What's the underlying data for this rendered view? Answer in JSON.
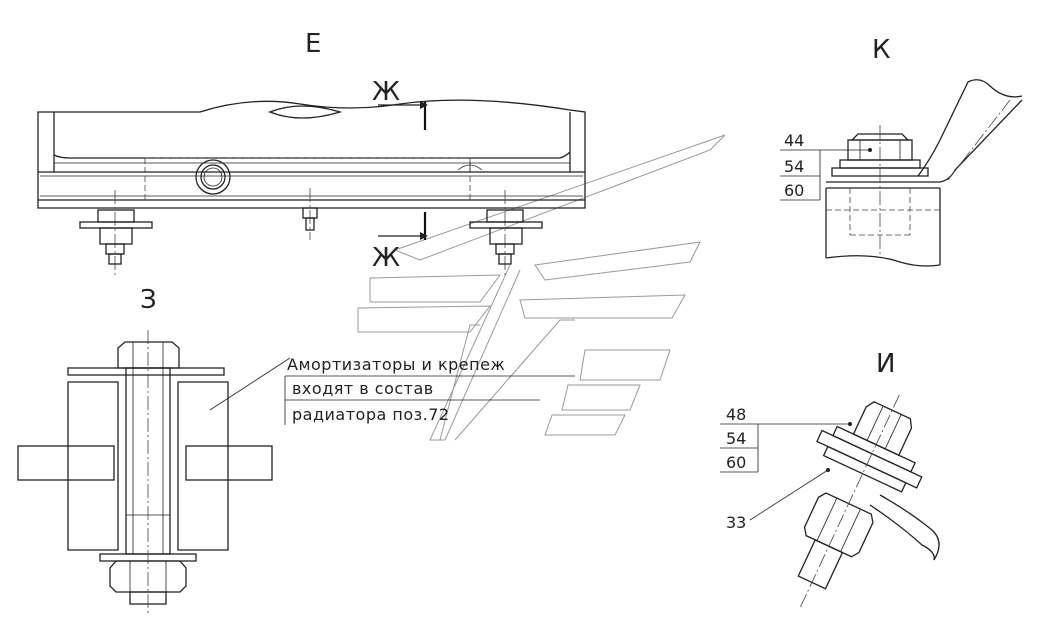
{
  "views": {
    "e": "Е",
    "z": "З",
    "k": "К",
    "i": "И",
    "zh_top": "Ж",
    "zh_bottom": "Ж"
  },
  "note": {
    "line1": "Амортизаторы и крепеж",
    "line2": "входят в состав",
    "line3": "радиатора поз.72"
  },
  "view_k_parts": [
    "44",
    "54",
    "60"
  ],
  "view_i_parts": [
    "48",
    "54",
    "60"
  ],
  "view_i_extra": "33"
}
